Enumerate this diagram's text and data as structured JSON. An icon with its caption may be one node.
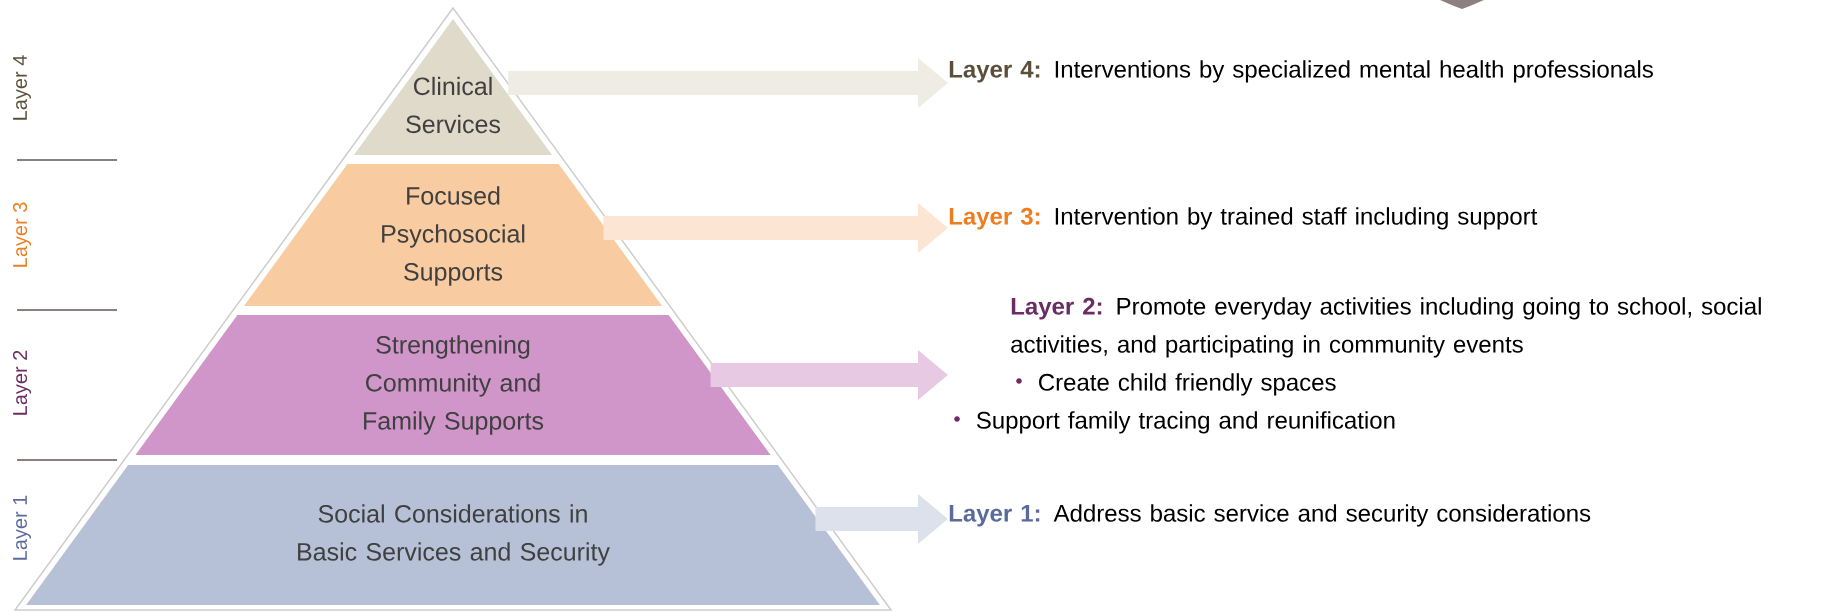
{
  "diagram": {
    "nodes": [
      {
        "text": [
          "Clinical Services"
        ]
      },
      {
        "text": [
          "Focused Psychosocial Supports"
        ]
      },
      {
        "text": [
          "Strengthening Community and Family Supports"
        ]
      },
      {
        "text": [
          "Social Considerations in Basic Services and Security"
        ]
      },
      {
        "text": [
          "Layer 4:",
          "Interventions by specialized mental health professionals"
        ]
      },
      {
        "text": [
          "Layer 3:",
          "Intervention by trained staff including support"
        ]
      },
      {
        "text": [
          "Layer 2:",
          "Promote everyday activities including going to school, social activities, and participating in community events",
          "Create child friendly spaces",
          "Support family tracing and reunification"
        ]
      },
      {
        "text": [
          "Layer 1:",
          "Address basic service and security considerations"
        ]
      }
    ],
    "edges": [
      {
        "from": 0,
        "to": 4,
        "arrow": "to",
        "color": "#efece4"
      },
      {
        "from": 1,
        "to": 5,
        "arrow": "to",
        "color": "#fce5d2"
      },
      {
        "from": 2,
        "to": 6,
        "arrow": "to",
        "color": "#e8c9e4"
      },
      {
        "from": 3,
        "to": 7,
        "arrow": "to",
        "color": "#dce1eb"
      }
    ],
    "labels": [
      "Layer 4",
      "Layer 3",
      "Layer 2",
      "Layer 1"
    ]
  }
}
